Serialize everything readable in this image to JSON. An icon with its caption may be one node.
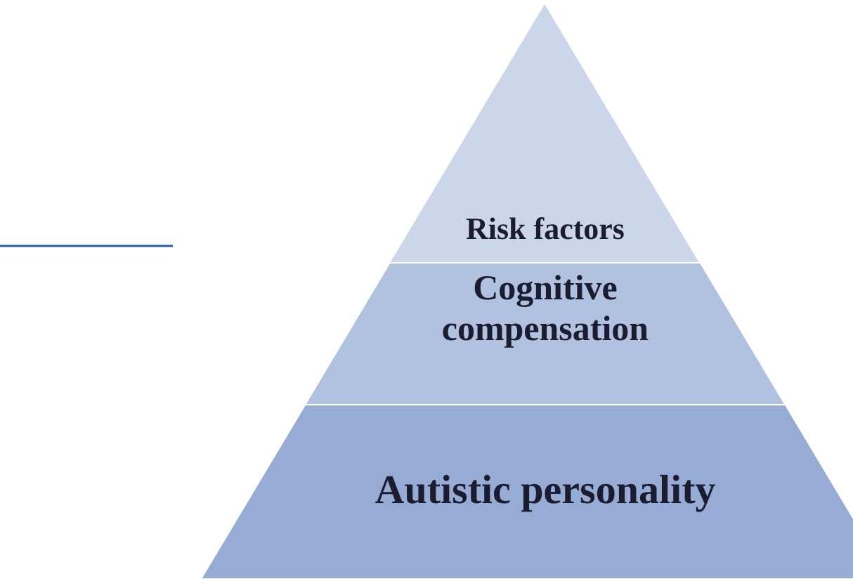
{
  "diagram": {
    "nodes": [
      {
        "text": [
          "Risk factors"
        ]
      },
      {
        "text": [
          "Cognitive compensation"
        ]
      },
      {
        "text": [
          "Autistic personality"
        ]
      }
    ]
  }
}
